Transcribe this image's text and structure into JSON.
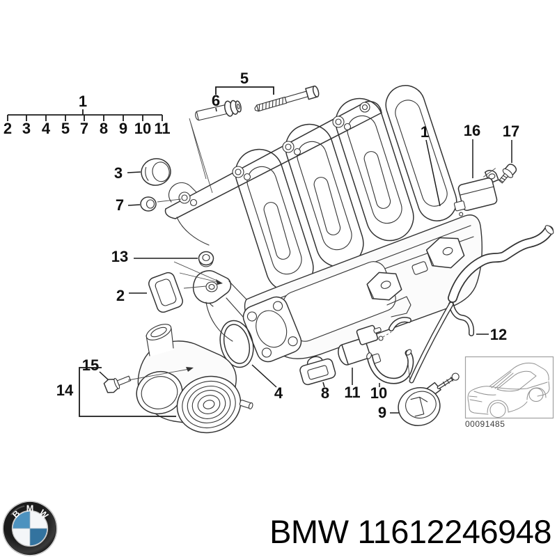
{
  "diagram": {
    "group_callout": {
      "parent": "1",
      "children": [
        "2",
        "3",
        "4",
        "5",
        "7",
        "8",
        "9",
        "10",
        "11"
      ]
    },
    "callouts": {
      "seal": "3",
      "grommet": "7",
      "nut": "13",
      "gasket": "2",
      "stud": "5",
      "sleeve": "6",
      "manifold_right": "1",
      "sensor": "16",
      "sensor_bolt": "17",
      "hose_line": "12",
      "throttle_bolt": "15",
      "throttle_body": "14",
      "oring": "4",
      "clip": "8",
      "valve": "11",
      "hose": "10",
      "actuator": "9"
    },
    "image_code": "00091485"
  },
  "footer": {
    "logo_letters": "BMW",
    "brand": "BMW",
    "part_number": "11612246948"
  },
  "colors": {
    "line": "#333333",
    "label": "#111111",
    "bmw_blue_light": "#4d92bf",
    "bmw_blue_dark": "#33739f",
    "thumbnail_line": "#8f8f8f"
  }
}
